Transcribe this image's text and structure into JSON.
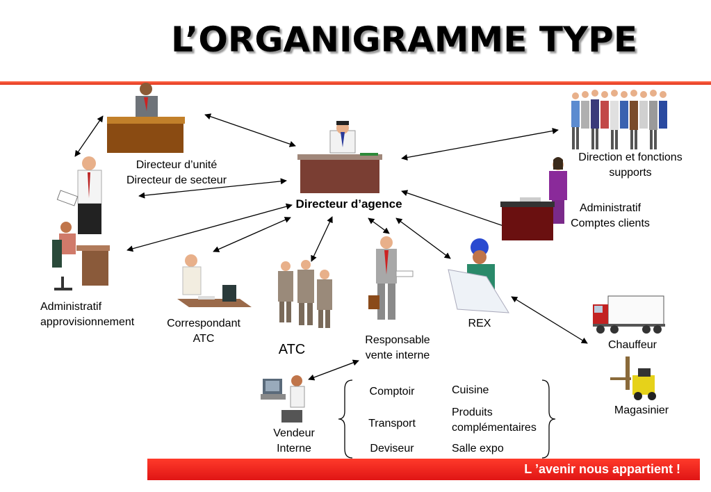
{
  "title": "L’ORGANIGRAMME TYPE",
  "center": "Directeur d’agence",
  "roles": {
    "directeur_unite": [
      "Directeur d’unité",
      "Directeur de secteur"
    ],
    "direction_supports": [
      "Direction et fonctions",
      "supports"
    ],
    "admin_clients": [
      "Administratif",
      "Comptes clients"
    ],
    "admin_appro": [
      "Administratif",
      "approvisionnement"
    ],
    "correspondant": [
      "Correspondant",
      "ATC"
    ],
    "atc": "ATC",
    "responsable": [
      "Responsable",
      "vente interne"
    ],
    "rex": "REX",
    "chauffeur": "Chauffeur",
    "magasinier": "Magasinier",
    "vendeur": [
      "Vendeur",
      "Interne"
    ]
  },
  "specialties": {
    "left": [
      "Comptoir",
      "Transport",
      "Deviseur"
    ],
    "right": [
      "Cuisine",
      "Produits complémentaires",
      "Salle expo"
    ]
  },
  "footer": "L ’avenir nous appartient !",
  "colors": {
    "accent_red": "#e01515",
    "line_red": "#e8401f"
  }
}
